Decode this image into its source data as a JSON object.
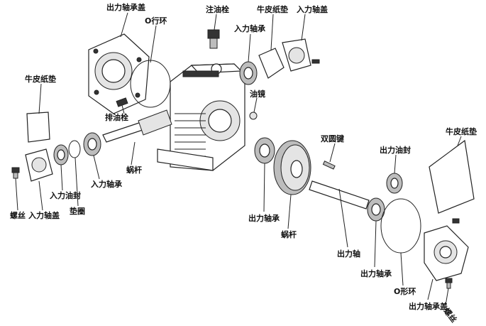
{
  "labels": {
    "output_bearing_cover_top": "出力轴承盖",
    "o_ring_top": "O行环",
    "oil_fill_plug": "注油栓",
    "leather_gasket_top": "牛皮纸垫",
    "input_bearing_cover_top": "入力轴盖",
    "input_bearing_top": "入力轴承",
    "leather_gasket_left": "牛皮纸垫",
    "oil_drain_plug": "排油栓",
    "oil_sight_glass": "油镜",
    "double_round_key": "双圆键",
    "output_oil_seal": "出力油封",
    "leather_gasket_right": "牛皮纸垫",
    "input_bearing_left": "入力轴承",
    "worm": "蜗杆",
    "input_oil_seal": "入力油封",
    "washer": "垫圈",
    "screw_left": "螺丝",
    "input_bearing_cover_left": "入力轴盖",
    "output_bearing_mid": "出力轴承",
    "worm_wheel": "蜗杆",
    "output_shaft": "出力轴",
    "output_bearing_right": "出力轴承",
    "o_ring_right": "O形环",
    "output_bearing_cover_right": "出力轴承盖",
    "screw_right": "螺丝"
  }
}
